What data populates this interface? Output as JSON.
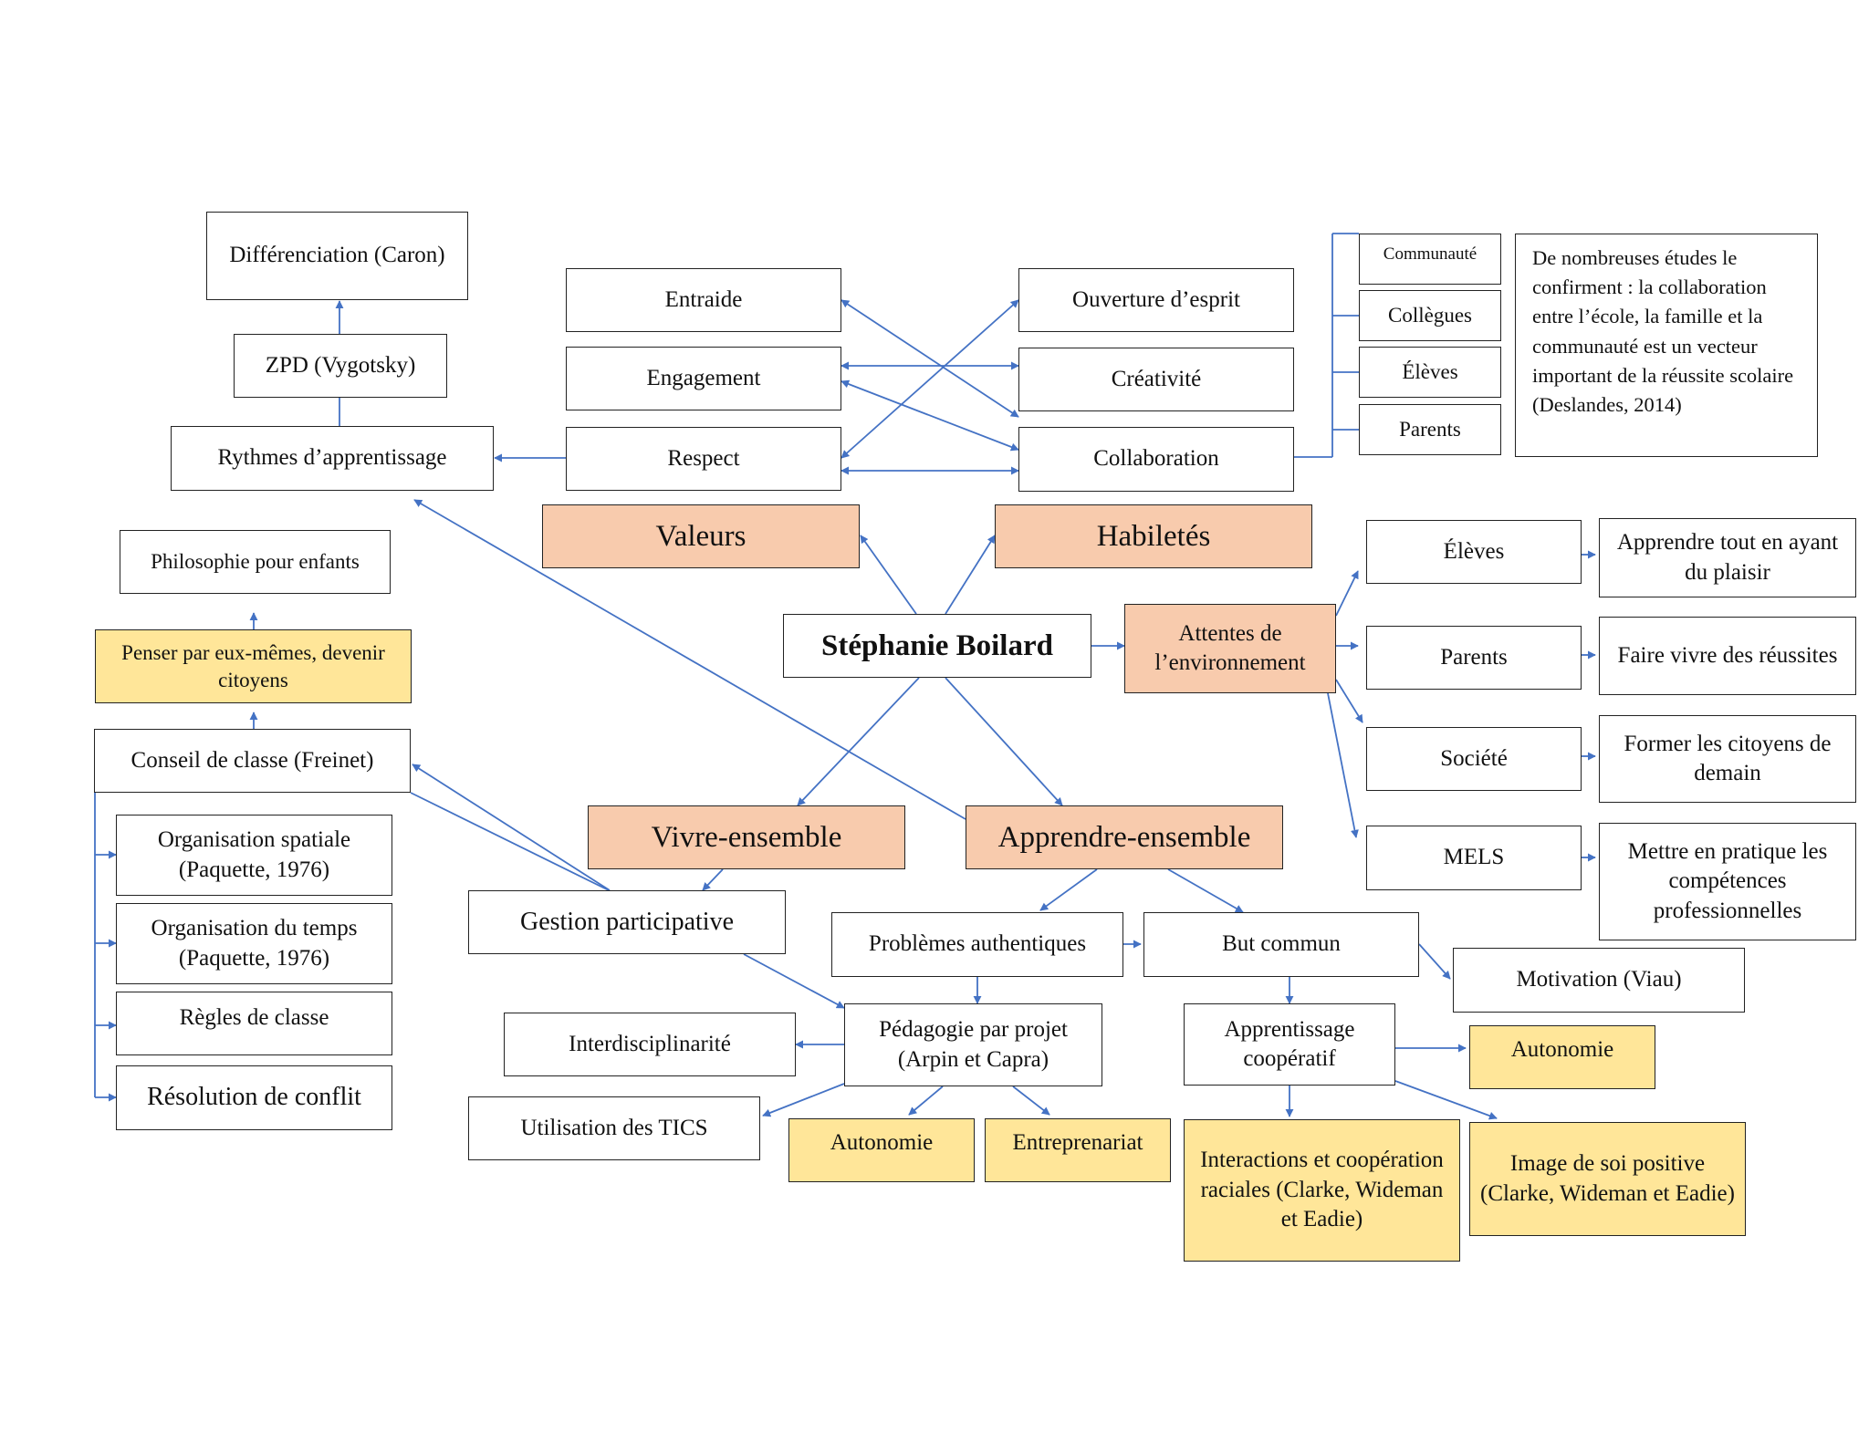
{
  "colors": {
    "link": "#4472c4",
    "orange": "#f8cbad",
    "yellow": "#ffe699"
  },
  "diagram": {
    "center": "Stéphanie Boilard",
    "categories": {
      "valeurs": "Valeurs",
      "habiletes": "Habiletés",
      "attentes": "Attentes de l’environnement",
      "vivre_ensemble": "Vivre-ensemble",
      "apprendre_ensemble": "Apprendre-ensemble"
    },
    "valeurs": {
      "entraide": "Entraide",
      "engagement": "Engagement",
      "respect": "Respect"
    },
    "habiletes": {
      "ouverture": "Ouverture d’esprit",
      "creativite": "Créativité",
      "collaboration": "Collaboration"
    },
    "collaboration_partners": {
      "communaute": "Communauté",
      "collegues": "Collègues",
      "eleves": "Élèves",
      "parents": "Parents"
    },
    "note": "De nombreuses études le confirment : la collaboration entre l’école, la famille et la communauté est un vecteur important de la réussite scolaire (Deslandes, 2014)",
    "rythmes": {
      "rythmes": "Rythmes d’apprentissage",
      "zpd": "ZPD (Vygotsky)",
      "differenciation": "Différenciation (Caron)"
    },
    "attentes": {
      "eleves": "Élèves",
      "parents": "Parents",
      "societe": "Société",
      "mels": "MELS",
      "eleves_goal": "Apprendre tout en ayant du plaisir",
      "parents_goal": "Faire vivre des réussites",
      "societe_goal": "Former les citoyens de demain",
      "mels_goal": "Mettre en pratique les compétences professionnelles"
    },
    "left_branch": {
      "philosophie": "Philosophie pour enfants",
      "penser": "Penser par eux-mêmes, devenir citoyens",
      "conseil": "Conseil de classe (Freinet)",
      "spatiale": "Organisation spatiale (Paquette, 1976)",
      "temps": "Organisation du temps (Paquette, 1976)",
      "regles": "Règles de classe",
      "conflit": "Résolution de conflit"
    },
    "vivre": {
      "gestion": "Gestion participative",
      "interdisciplinarite": "Interdisciplinarité",
      "pedagogie": "Pédagogie par projet (Arpin et Capra)",
      "tics": "Utilisation des TICS",
      "autonomie": "Autonomie",
      "entrepreneuriat": "Entreprenariat"
    },
    "apprendre": {
      "problemes": "Problèmes authentiques",
      "but": "But commun",
      "motivation": "Motivation (Viau)",
      "cooperatif": "Apprentissage coopératif",
      "autonomie": "Autonomie",
      "interactions": "Interactions et coopération raciales (Clarke, Wideman et Eadie)",
      "image": "Image de soi positive (Clarke, Wideman et Eadie)"
    }
  }
}
